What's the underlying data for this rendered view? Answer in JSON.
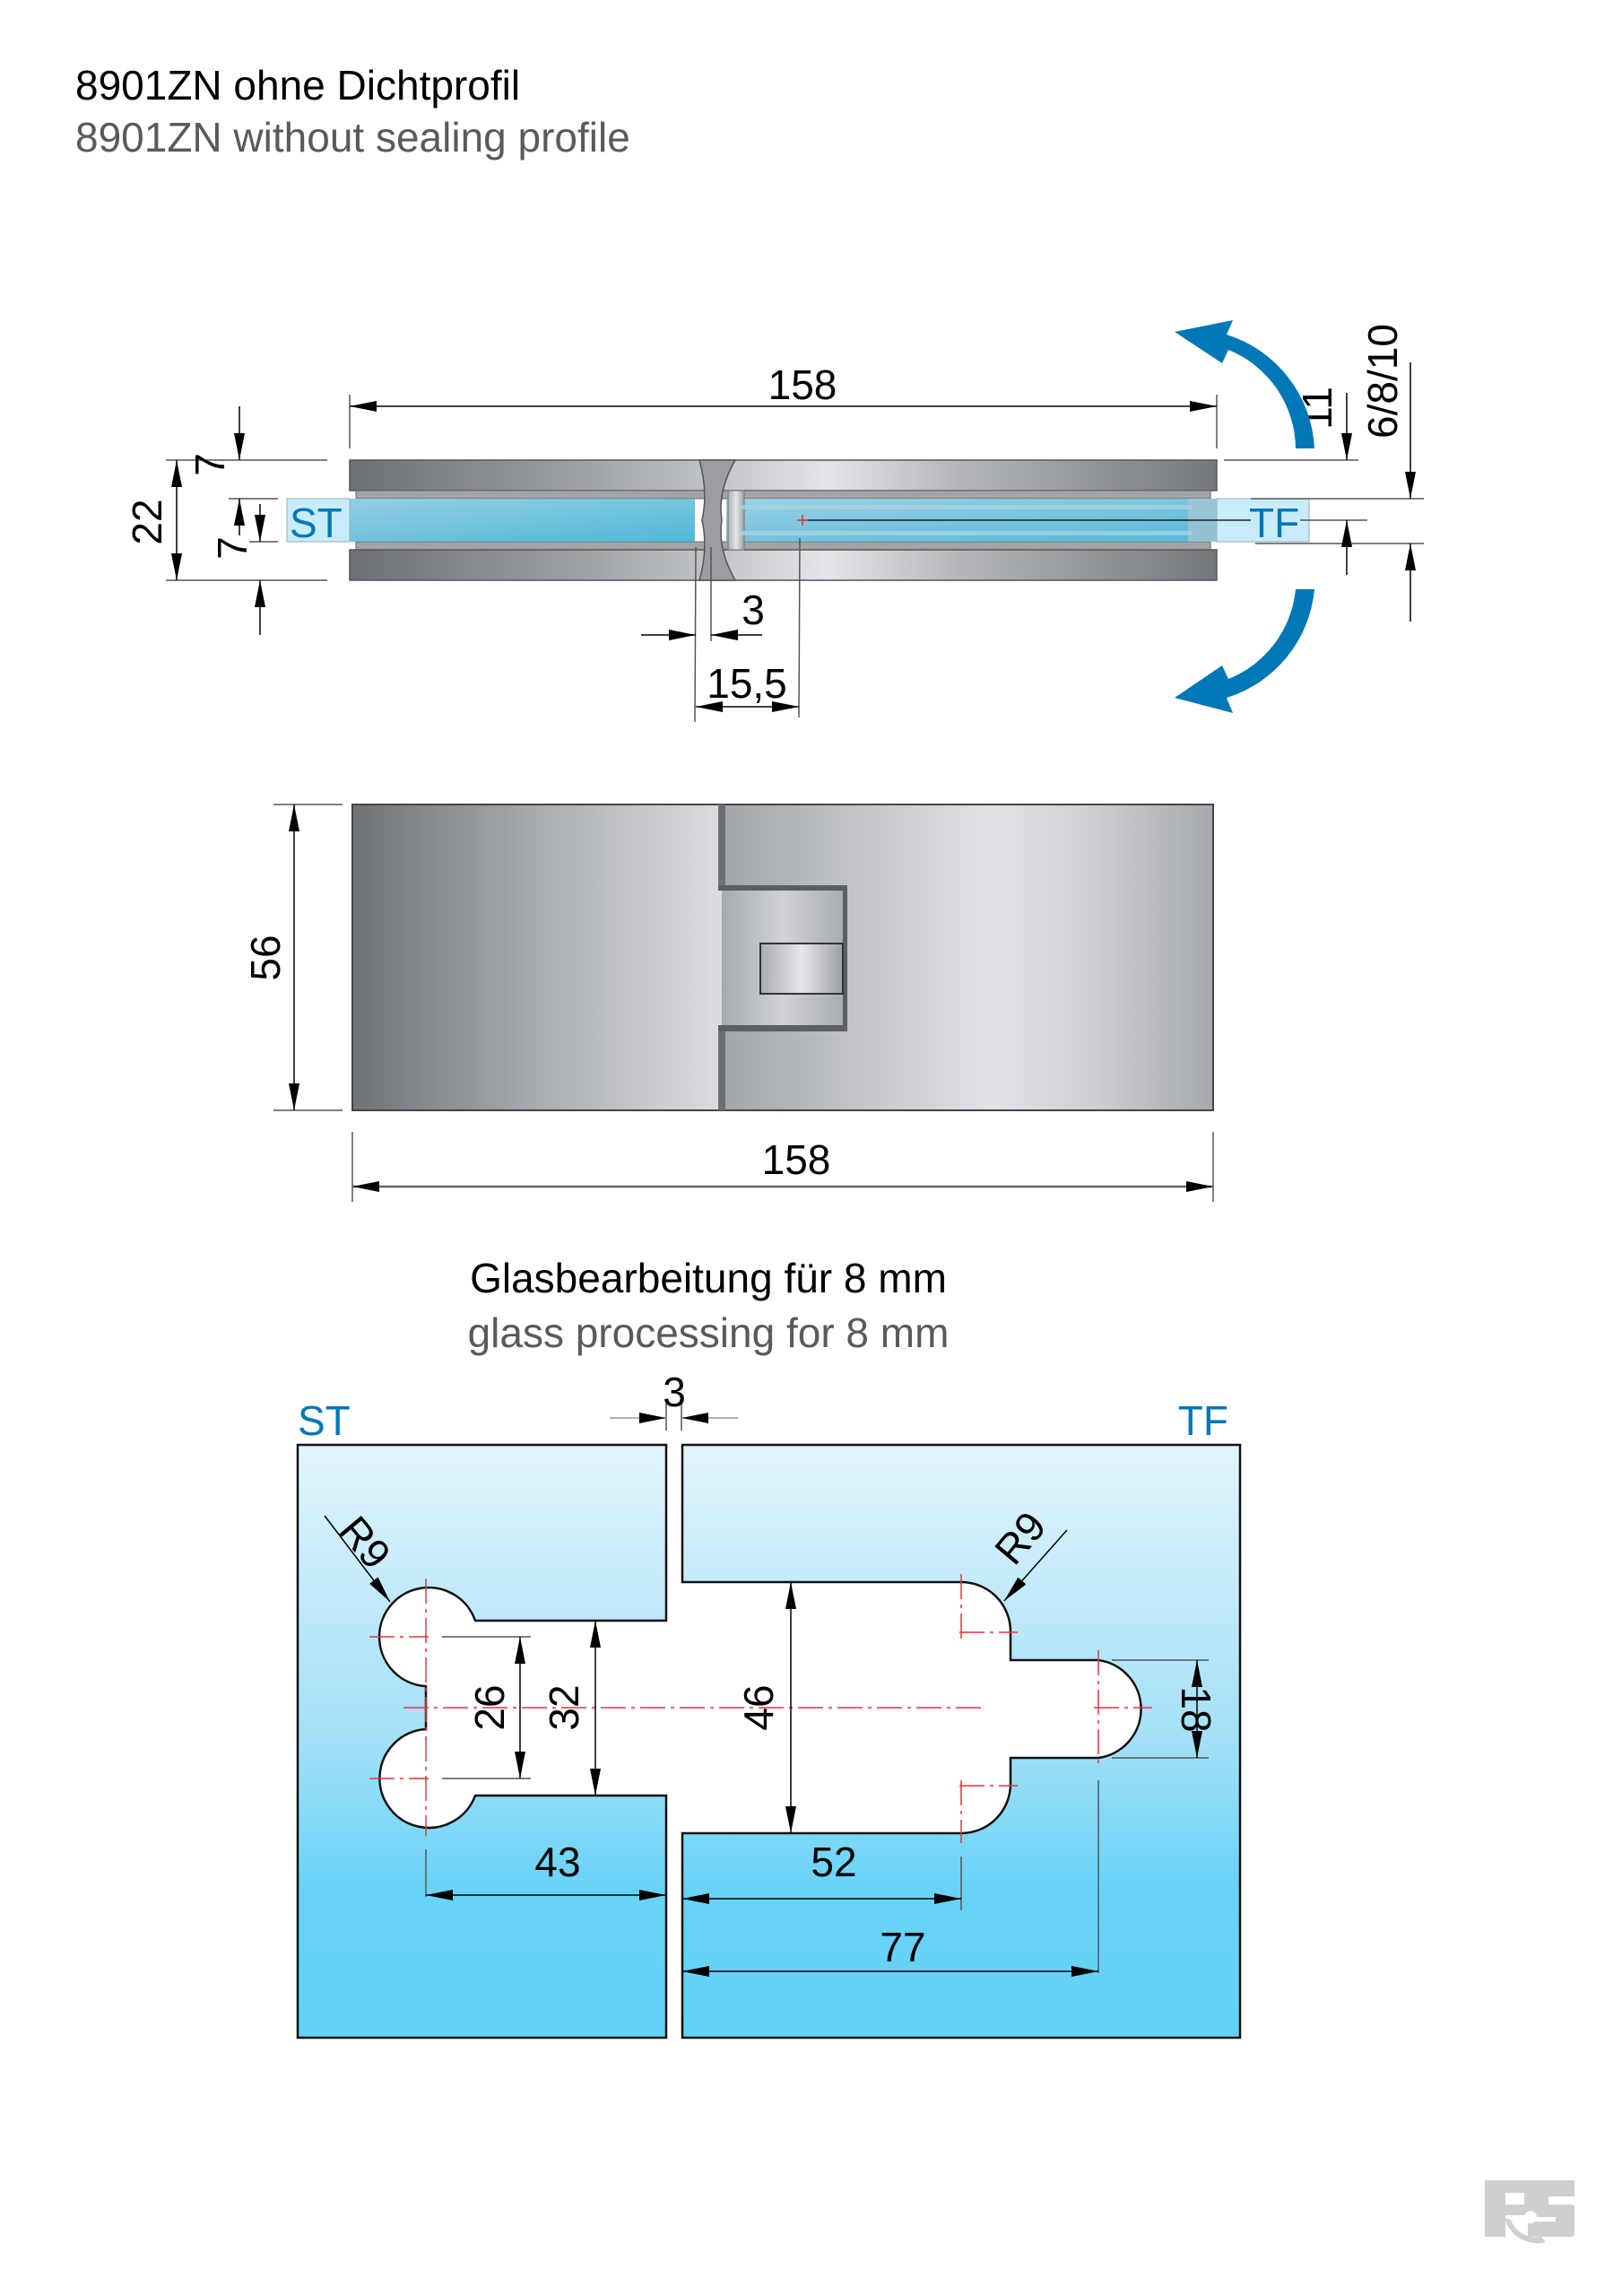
{
  "header": {
    "title_de": "8901ZN ohne Dichtprofil",
    "title_en": "8901ZN without sealing profile"
  },
  "section_view": {
    "label_left": "ST",
    "label_right": "TF",
    "dim_length": "158",
    "dim_total_height": "22",
    "dim_top_plate": "7",
    "dim_bottom_plate": "7",
    "dim_gap": "3",
    "dim_axis_offset": "15,5",
    "dim_center_height": "11",
    "dim_glass_thickness": "6/8/10",
    "rotation_icon": "rotate-arrows-icon",
    "accent_color": "#0077b6"
  },
  "top_view": {
    "dim_height": "56",
    "dim_length": "158"
  },
  "glass_processing": {
    "heading_de": "Glasbearbeitung für 8 mm",
    "heading_en": "glass processing for 8 mm",
    "label_left": "ST",
    "label_right": "TF",
    "dim_gap": "3",
    "radius_left": "R9",
    "radius_right": "R9",
    "dim_hole_spacing": "26",
    "dim_notch_left_height": "32",
    "dim_notch_left_depth": "43",
    "dim_notch_right_height": "46",
    "dim_notch_right_depth": "52",
    "dim_slot_height": "18",
    "dim_slot_depth": "77"
  },
  "footer": {
    "logo_text": "RS",
    "logo_icon": "rs-bearing-logo-icon"
  }
}
